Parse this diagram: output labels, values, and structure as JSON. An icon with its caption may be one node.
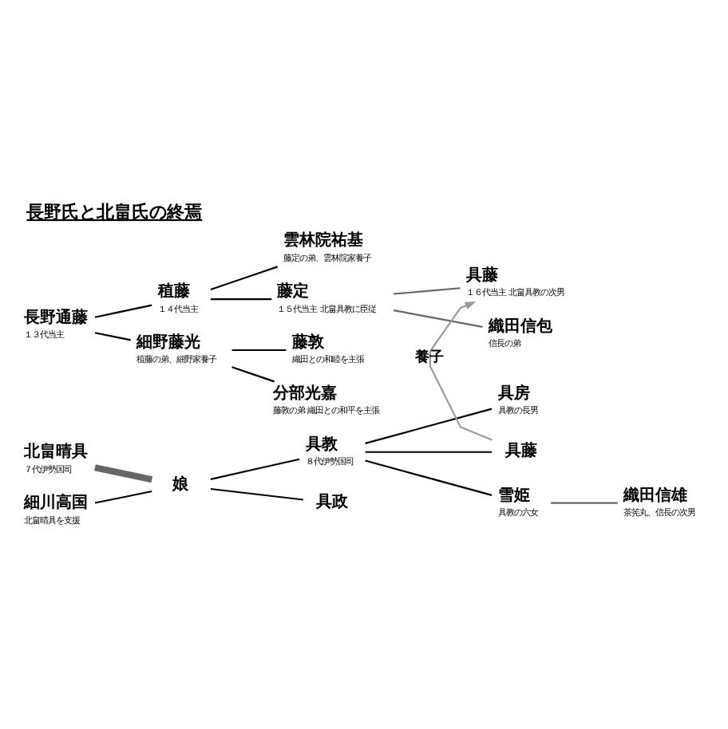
{
  "diagram": {
    "title": "長野氏と北畠氏の終焉",
    "nodes": [
      {
        "text": [
          "長野通藤",
          "１３代当主"
        ]
      },
      {
        "text": [
          "稙藤",
          "１４代当主"
        ]
      },
      {
        "text": [
          "細野藤光",
          "稙藤の弟、細野家養子"
        ]
      },
      {
        "text": [
          "雲林院祐基",
          "藤定の弟、雲林院家養子"
        ]
      },
      {
        "text": [
          "藤定",
          "１５代当主 北畠具教に臣従"
        ]
      },
      {
        "text": [
          "具藤",
          "１６代当主 北畠具教の次男"
        ]
      },
      {
        "text": [
          "織田信包",
          "信長の弟"
        ]
      },
      {
        "text": [
          "藤敦",
          "織田との和睦を主張"
        ]
      },
      {
        "text": [
          "分部光嘉",
          "藤敦の弟 織田との和平を主張"
        ]
      },
      {
        "text": [
          "北畠晴具",
          "７代伊勢国司"
        ]
      },
      {
        "text": [
          "細川高国",
          "北畠晴具を支援"
        ]
      },
      {
        "text": [
          "娘"
        ]
      },
      {
        "text": [
          "具教",
          "８代伊勢国司"
        ]
      },
      {
        "text": [
          "具政"
        ]
      },
      {
        "text": [
          "具房",
          "具教の長男"
        ]
      },
      {
        "text": [
          "具藤"
        ]
      },
      {
        "text": [
          "雪姫",
          "具教の六女"
        ]
      },
      {
        "text": [
          "織田信雄",
          "茶筅丸、信長の次男"
        ]
      }
    ],
    "edges": [
      {
        "from": 0,
        "to": 1,
        "arrow": "none"
      },
      {
        "from": 0,
        "to": 2,
        "arrow": "none"
      },
      {
        "from": 1,
        "to": 3,
        "arrow": "none"
      },
      {
        "from": 1,
        "to": 4,
        "arrow": "none"
      },
      {
        "from": 2,
        "to": 7,
        "arrow": "none"
      },
      {
        "from": 2,
        "to": 8,
        "arrow": "none"
      },
      {
        "from": 4,
        "to": 5,
        "arrow": "none",
        "color": "#666666"
      },
      {
        "from": 4,
        "to": 6,
        "arrow": "none",
        "color": "#666666"
      },
      {
        "from": 15,
        "to": 5,
        "arrow": "to",
        "label": "養子",
        "color": "#999999"
      },
      {
        "from": 9,
        "to": 11,
        "arrow": "none",
        "style": "thick",
        "color": "#666666"
      },
      {
        "from": 10,
        "to": 11,
        "arrow": "none"
      },
      {
        "from": 11,
        "to": 12,
        "arrow": "none"
      },
      {
        "from": 11,
        "to": 13,
        "arrow": "none"
      },
      {
        "from": 12,
        "to": 14,
        "arrow": "none"
      },
      {
        "from": 12,
        "to": 15,
        "arrow": "none"
      },
      {
        "from": 12,
        "to": 16,
        "arrow": "none"
      },
      {
        "from": 16,
        "to": 17,
        "arrow": "none",
        "color": "#666666"
      }
    ]
  }
}
